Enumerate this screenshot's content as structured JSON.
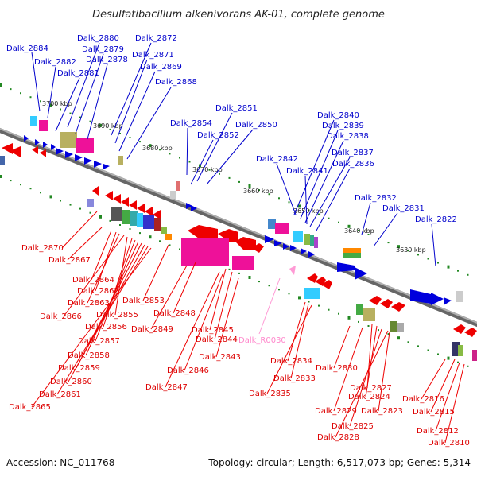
{
  "title": "Desulfatibacillum alkenivorans AK-01, complete genome",
  "footer": {
    "accession": "Accession: NC_011768",
    "summary": "Topology: circular; Length: 6,517,073 bp; Genes: 5,314"
  },
  "colors": {
    "backbone": "#8a8a8a",
    "forward_gene": "#0000dd",
    "reverse_gene": "#ee0000",
    "rna": "#ff9ad5",
    "tick": "#228822",
    "forward_label": "#0000cc",
    "reverse_label": "#dd0000",
    "rna_label": "#ff88cc"
  },
  "scale_labels": [
    "3700 kbp",
    "3690 kbp",
    "3680 kbp",
    "3670 kbp",
    "3660 kbp",
    "3650 kbp",
    "3640 kbp",
    "3630 kbp"
  ],
  "forward_labels": [
    "Dalk_2884",
    "Dalk_2882",
    "Dalk_2881",
    "Dalk_2880",
    "Dalk_2879",
    "Dalk_2878",
    "Dalk_2872",
    "Dalk_2871",
    "Dalk_2869",
    "Dalk_2868",
    "Dalk_2854",
    "Dalk_2852",
    "Dalk_2851",
    "Dalk_2850",
    "Dalk_2842",
    "Dalk_2841",
    "Dalk_2840",
    "Dalk_2839",
    "Dalk_2838",
    "Dalk_2837",
    "Dalk_2836",
    "Dalk_2832",
    "Dalk_2831",
    "Dalk_2822"
  ],
  "reverse_labels": [
    "Dalk_2870",
    "Dalk_2867",
    "Dalk_2864",
    "Dalk_2862",
    "Dalk_2863",
    "Dalk_2866",
    "Dalk_2855",
    "Dalk_2856",
    "Dalk_2857",
    "Dalk_2858",
    "Dalk_2859",
    "Dalk_2860",
    "Dalk_2861",
    "Dalk_2865",
    "Dalk_2853",
    "Dalk_2848",
    "Dalk_2849",
    "Dalk_2845",
    "Dalk_2844",
    "Dalk_2843",
    "Dalk_2846",
    "Dalk_2847",
    "Dalk_2834",
    "Dalk_2833",
    "Dalk_2835",
    "Dalk_2830",
    "Dalk_2827",
    "Dalk_2824",
    "Dalk_2823",
    "Dalk_2829",
    "Dalk_2825",
    "Dalk_2828",
    "Dalk_2816",
    "Dalk_2815",
    "Dalk_2812",
    "Dalk_2810"
  ],
  "rna_labels": [
    "Dalk_R0030"
  ]
}
